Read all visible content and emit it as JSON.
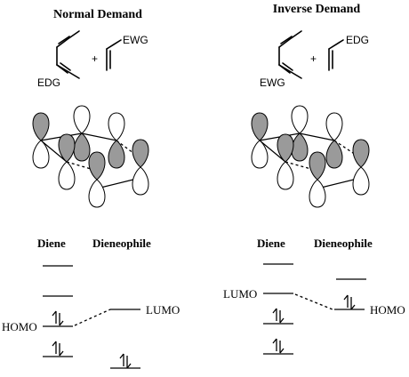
{
  "panels": [
    {
      "title": "Normal Demand",
      "diene_substituent": "EDG",
      "dienophile_substituent": "EWG",
      "plus": "+",
      "diene_label": "Diene",
      "dienophile_label": "Dieneophile",
      "homo_label": "HOMO",
      "lumo_label": "LUMO"
    },
    {
      "title": "Inverse Demand",
      "diene_substituent": "EWG",
      "dienophile_substituent": "EDG",
      "plus": "+",
      "diene_label": "Diene",
      "dienophile_label": "Dieneophile",
      "lumo_label": "LUMO",
      "homo_label": "HOMO"
    }
  ]
}
